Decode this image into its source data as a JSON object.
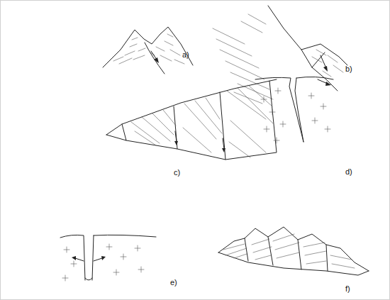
{
  "diagram": {
    "labels": [
      "a)",
      "b)",
      "c)",
      "d)",
      "e)",
      "f)"
    ]
  }
}
